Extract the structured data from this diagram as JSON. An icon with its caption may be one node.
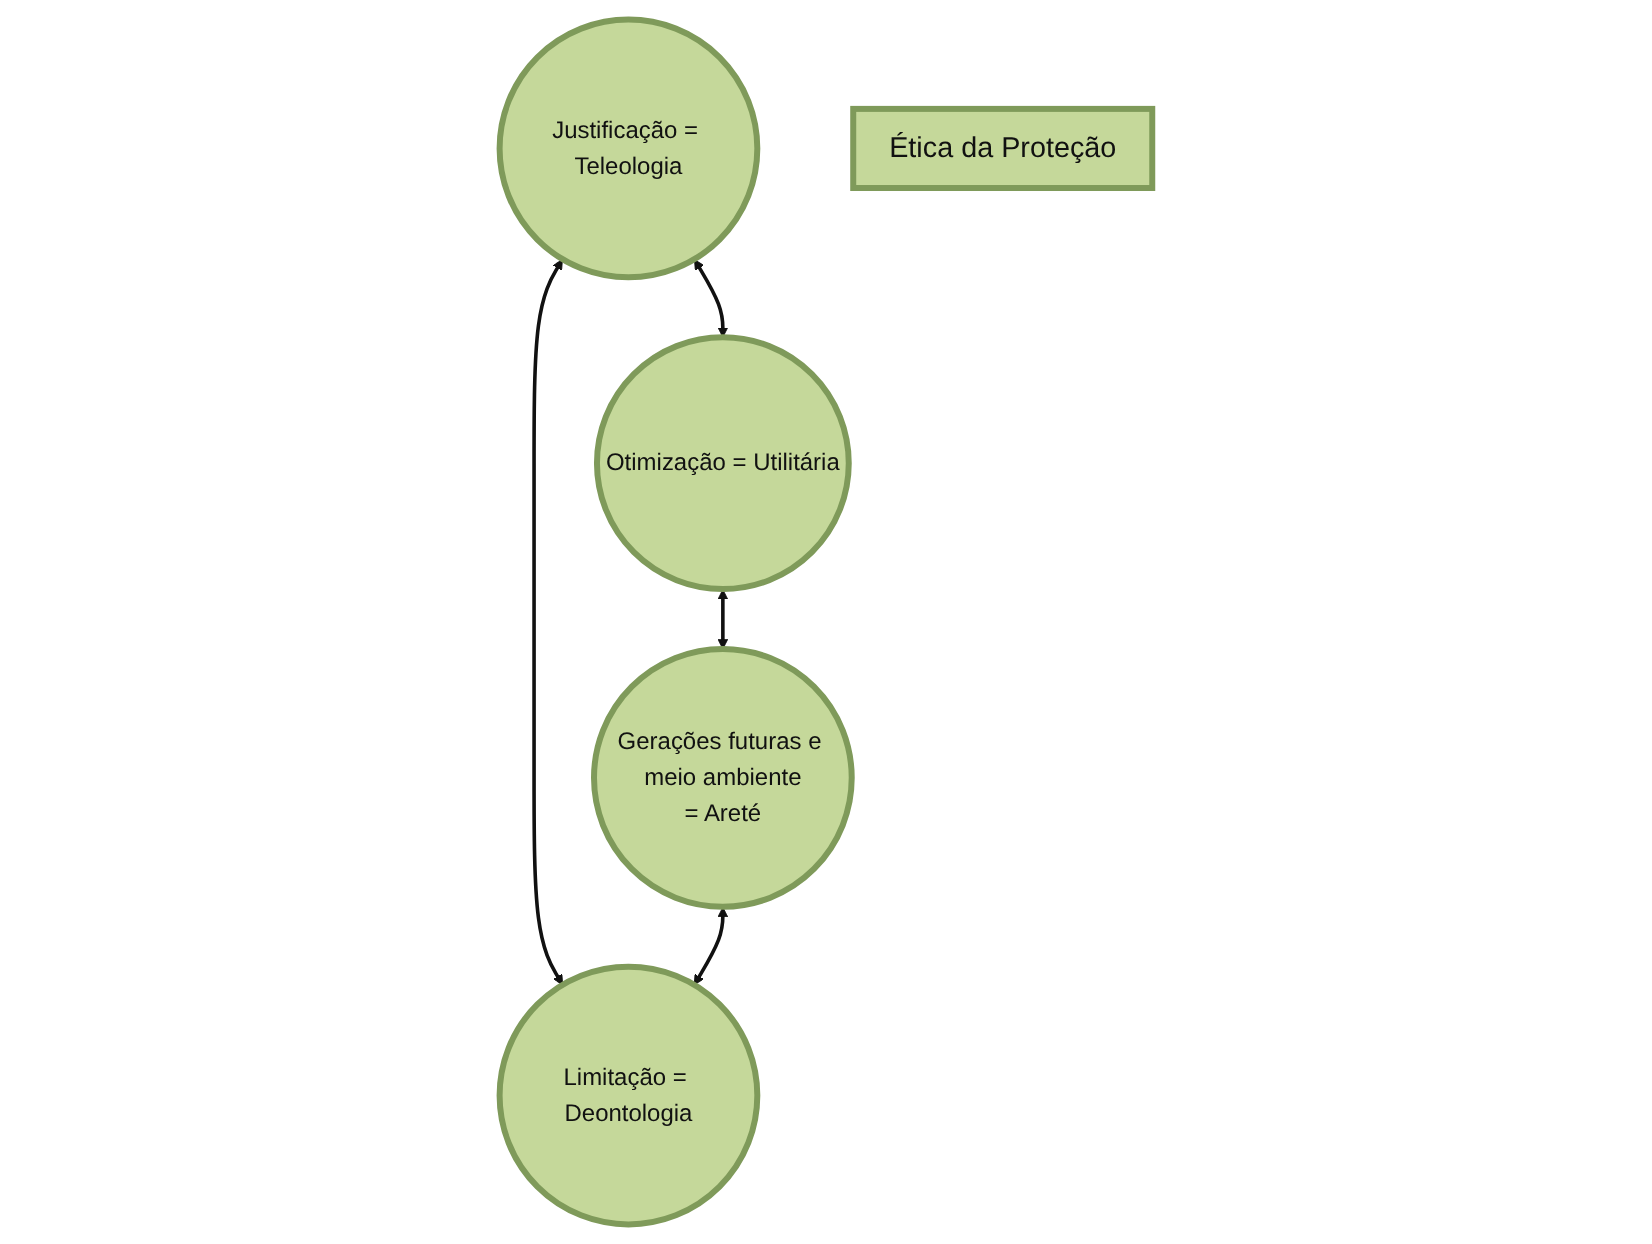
{
  "diagram": {
    "nodes": [
      {
        "text": [
          "Justificação = Teleologia"
        ]
      },
      {
        "text": [
          "Otimização = Utilitária"
        ]
      },
      {
        "text": [
          "Ética da Proteção"
        ]
      },
      {
        "text": [
          "Limitação = Deontologia"
        ]
      },
      {
        "text": [
          "Gerações futuras e meio ambiente",
          "= Areté"
        ]
      }
    ],
    "edges": [
      {
        "from": 0,
        "to": 1,
        "arrow": "both"
      },
      {
        "from": 0,
        "to": 3,
        "arrow": "both"
      },
      {
        "from": 1,
        "to": 4,
        "arrow": "both"
      },
      {
        "from": 4,
        "to": 3,
        "arrow": "both"
      }
    ]
  }
}
